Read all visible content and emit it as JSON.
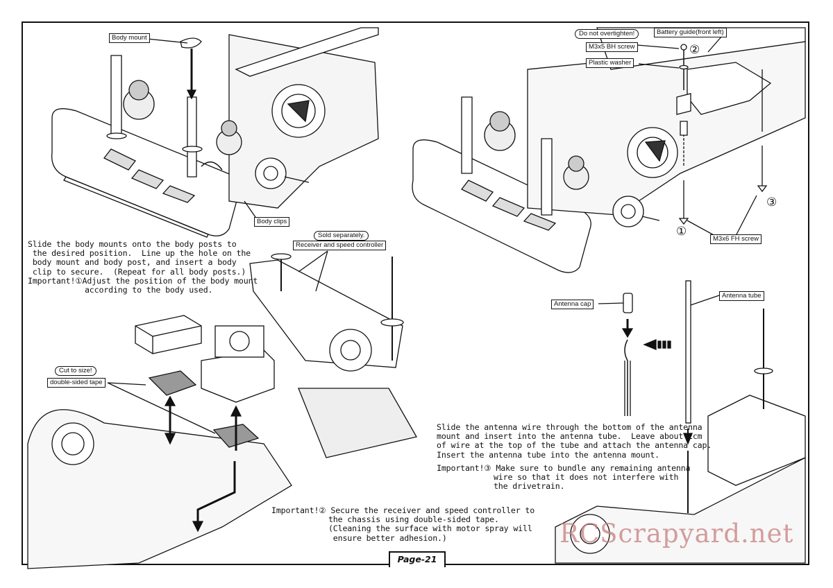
{
  "page": {
    "page_number": "Page-21",
    "watermark": "RCScrapyard.net"
  },
  "labels": {
    "body_mount": "Body mount",
    "body_clips": "Body clips",
    "sold_separately": "Sold separately.",
    "receiver_speed": "Receiver and speed controller",
    "cut_to_size": "Cut to size!",
    "double_sided_tape": "double-sided tape",
    "do_not_overtighten": "Do not overtighten!",
    "battery_guide": "Battery guide(front left)",
    "m3x5_bh": "M3x5 BH screw",
    "plastic_washer": "Plastic washer",
    "m3x6_fh": "M3x6 FH screw",
    "antenna_cap": "Antenna cap",
    "antenna_tube": "Antenna tube"
  },
  "markers": {
    "one": "①",
    "two": "②",
    "three": "③"
  },
  "instructions": {
    "body_posts": "Slide the body mounts onto the body posts to\n the desired position.  Line up the hole on the\n body mount and body post, and insert a body\n clip to secure.  (Repeat for all body posts.)",
    "important1": "Important!①Adjust the position of the body mount\n            according to the body used.",
    "antenna": "Slide the antenna wire through the bottom of the antenna\nmount and insert into the antenna tube.  Leave about 2cm\nof wire at the top of the tube and attach the antenna cap.\nInsert the antenna tube into the antenna mount.",
    "important3": "Important!③ Make sure to bundle any remaining antenna\n            wire so that it does not interfere with\n            the drivetrain.",
    "important2": "Important!② Secure the receiver and speed controller to\n            the chassis using double-sided tape.\n            (Cleaning the surface with motor spray will\n             ensure better adhesion.)"
  }
}
